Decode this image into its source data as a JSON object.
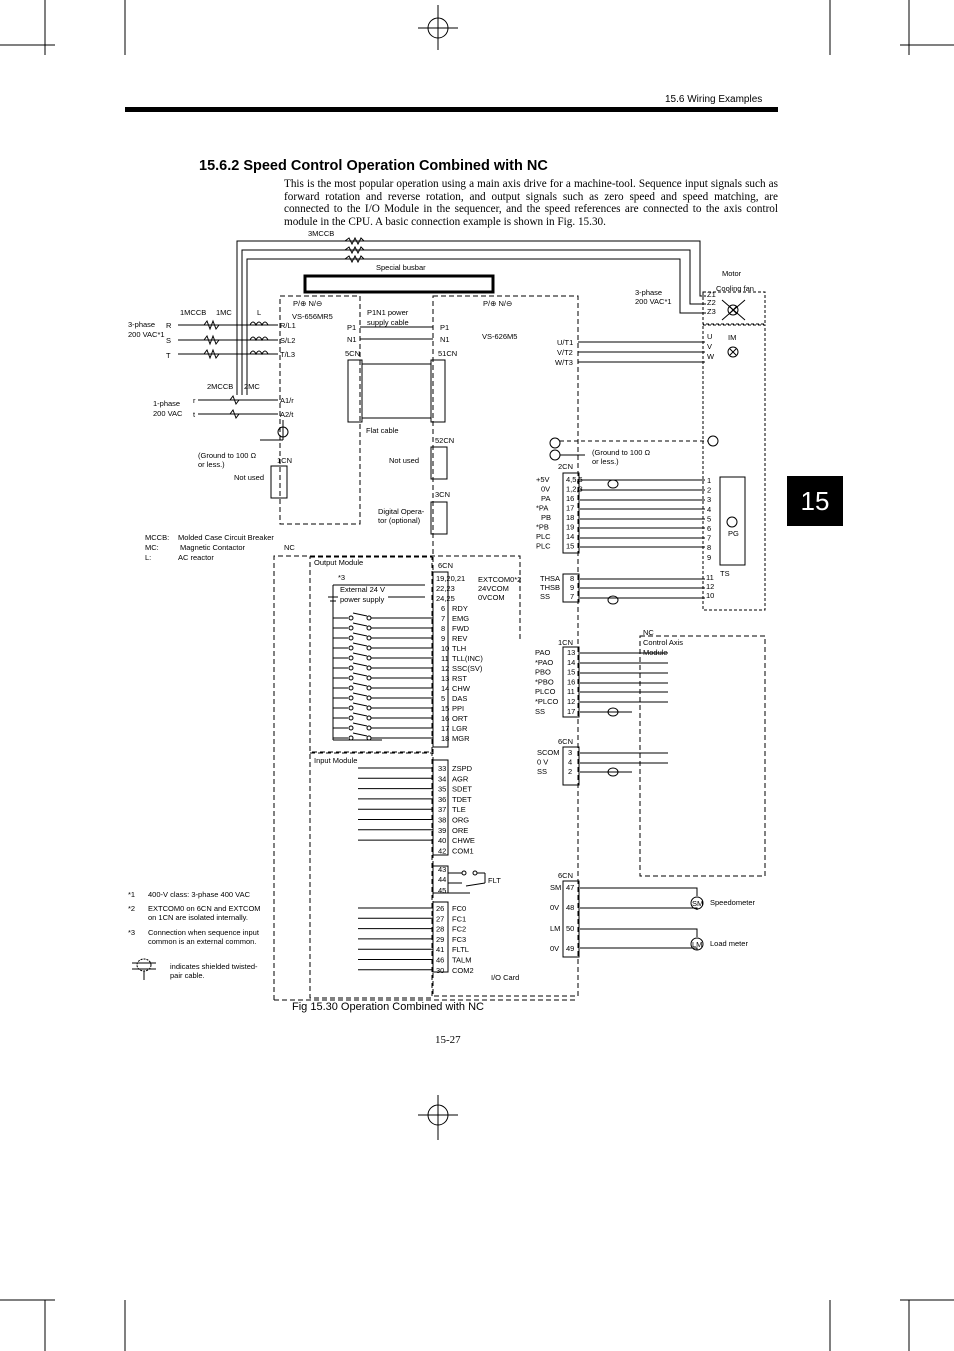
{
  "header": {
    "section_ref": "15.6 Wiring Examples"
  },
  "section": {
    "title": "15.6.2 Speed Control Operation Combined with NC",
    "intro": "This is the most popular operation using a main axis drive for a machine-tool. Sequence input signals such as forward rotation and reverse rotation, and output signals such as zero speed and speed matching, are connected to the I/O Module in the sequencer, and the speed references are connected to the axis control module in the CPU. A basic connection example is shown in Fig. 15.30."
  },
  "chapter_tab": "15",
  "figure": {
    "caption": "Fig 15.30   Operation Combined with NC",
    "labels": {
      "mccb3": "3MCCB",
      "special_busbar": "Special busbar",
      "motor": "Motor",
      "cooling_fan": "Cooling fan",
      "three_phase_right": "3-phase",
      "vac_right": "200 VAC*1",
      "mccb1": "1MCCB",
      "mc1": "1MC",
      "reactor_l": "L",
      "three_phase_left": "3-phase",
      "vac_left": "200 VAC*1",
      "vs656": "VS-656MR5",
      "vs626": "VS-626M5",
      "p1n1": "P1N1 power",
      "p1n1b": "supply cable",
      "mccb2": "2MCCB",
      "mc2": "2MC",
      "one_phase": "1-phase",
      "vac_one": "200 VAC",
      "ground_left": "(Ground to 100 Ω",
      "ground_left2": "or less.)",
      "ground_right": "(Ground to 100 Ω",
      "ground_right2": "or less.)",
      "cn1": "1CN",
      "not_used": "Not used",
      "not_used2": "Not used",
      "flat_cable": "Flat cable",
      "cn52": "52CN",
      "cn3": "3CN",
      "digital_op": "Digital Opera-",
      "digital_op2": "tor (optional)",
      "cn5": "5CN",
      "cn51": "51CN",
      "im": "IM",
      "pg": "PG",
      "ts": "TS",
      "nc": "NC",
      "output_module": "Output Module",
      "input_module": "Input Module",
      "ext24": "External 24 V",
      "ext24b": "power supply",
      "cn6": "6CN",
      "extcom0": "EXTCOM0*2",
      "vcom24": "24VCOM",
      "vcom0": "0VCOM",
      "nc_module": "NC",
      "nc_module2": "Control Axis",
      "nc_module3": "Module",
      "io_card": "I/O Card",
      "flt": "FLT",
      "speedometer": "Speedometer",
      "load_meter": "Load meter",
      "sm": "SM",
      "lm": "LM"
    },
    "legend": [
      {
        "key": "MCCB:",
        "value": "Molded Case Circuit Breaker"
      },
      {
        "key": "MC:",
        "value": "Magnetic Contactor"
      },
      {
        "key": "L:",
        "value": "AC reactor"
      }
    ],
    "notes": [
      {
        "mark": "*1",
        "text": "400-V class: 3-phase 400 VAC"
      },
      {
        "mark": "*2",
        "text": "EXTCOM0 on 6CN and EXTCOM"
      },
      {
        "mark": "",
        "text": "on 1CN are isolated internally."
      },
      {
        "mark": "*3",
        "text": "Connection when sequence input"
      },
      {
        "mark": "",
        "text": "common is an external common."
      },
      {
        "mark": "",
        "text": "indicates shielded twisted-"
      },
      {
        "mark": "",
        "text": "pair cable."
      }
    ],
    "power_terminals": [
      "R/L1",
      "S/L2",
      "T/L3",
      "A1/r",
      "A2/t"
    ],
    "motor_terminals": [
      "U/T1",
      "V/T2",
      "W/T3"
    ],
    "cn6_inputs": [
      {
        "pin": "6",
        "sig": "RDY"
      },
      {
        "pin": "7",
        "sig": "EMG"
      },
      {
        "pin": "8",
        "sig": "FWD"
      },
      {
        "pin": "9",
        "sig": "REV"
      },
      {
        "pin": "10",
        "sig": "TLH"
      },
      {
        "pin": "11",
        "sig": "TLL(INC)"
      },
      {
        "pin": "12",
        "sig": "SSC(SV)"
      },
      {
        "pin": "13",
        "sig": "RST"
      },
      {
        "pin": "14",
        "sig": "CHW"
      },
      {
        "pin": "5",
        "sig": "DAS"
      },
      {
        "pin": "15",
        "sig": "PPI"
      },
      {
        "pin": "16",
        "sig": "ORT"
      },
      {
        "pin": "17",
        "sig": "LGR"
      },
      {
        "pin": "18",
        "sig": "MGR"
      }
    ],
    "cn6_outputs": [
      {
        "pin": "33",
        "sig": "ZSPD"
      },
      {
        "pin": "34",
        "sig": "AGR"
      },
      {
        "pin": "35",
        "sig": "SDET"
      },
      {
        "pin": "36",
        "sig": "TDET"
      },
      {
        "pin": "37",
        "sig": "TLE"
      },
      {
        "pin": "38",
        "sig": "ORG"
      },
      {
        "pin": "39",
        "sig": "ORE"
      },
      {
        "pin": "40",
        "sig": "CHWE"
      },
      {
        "pin": "42",
        "sig": "COM1"
      }
    ],
    "cn6_fc": [
      {
        "pin": "26",
        "sig": "FC0"
      },
      {
        "pin": "27",
        "sig": "FC1"
      },
      {
        "pin": "28",
        "sig": "FC2"
      },
      {
        "pin": "29",
        "sig": "FC3"
      },
      {
        "pin": "41",
        "sig": "FLTL"
      },
      {
        "pin": "46",
        "sig": "TALM"
      },
      {
        "pin": "30",
        "sig": "COM2"
      }
    ],
    "cn2": [
      {
        "sig": "+5V",
        "pin": "4,5,6"
      },
      {
        "sig": "0V",
        "pin": "1,2,3"
      },
      {
        "sig": "PA",
        "pin": "16"
      },
      {
        "sig": "*PA",
        "pin": "17"
      },
      {
        "sig": "PB",
        "pin": "18"
      },
      {
        "sig": "*PB",
        "pin": "19"
      },
      {
        "sig": "PLC",
        "pin": "14"
      },
      {
        "sig": "PLC",
        "pin": "15"
      }
    ],
    "cn2_b": [
      {
        "sig": "THSA",
        "pin": "8"
      },
      {
        "sig": "THSB",
        "pin": "9"
      },
      {
        "sig": "SS",
        "pin": "7"
      }
    ],
    "cn1_sig": [
      {
        "sig": "PAO",
        "pin": "13"
      },
      {
        "sig": "*PAO",
        "pin": "14"
      },
      {
        "sig": "PBO",
        "pin": "15"
      },
      {
        "sig": "*PBO",
        "pin": "16"
      },
      {
        "sig": "PLCO",
        "pin": "11"
      },
      {
        "sig": "*PLCO",
        "pin": "12"
      },
      {
        "sig": "SS",
        "pin": "17"
      }
    ],
    "cn6_b": [
      {
        "sig": "SCOM",
        "pin": "3"
      },
      {
        "sig": "0 V",
        "pin": "4"
      },
      {
        "sig": "SS",
        "pin": "2"
      }
    ],
    "cn6_c": [
      {
        "sig": "SM",
        "pin": "47"
      },
      {
        "sig": "0V",
        "pin": "48"
      },
      {
        "sig": "LM",
        "pin": "50"
      },
      {
        "sig": "0V",
        "pin": "49"
      }
    ],
    "pg_pins": [
      "1",
      "2",
      "3",
      "4",
      "5",
      "6",
      "7",
      "8",
      "9"
    ],
    "ts_pins": [
      "11",
      "12",
      "10"
    ],
    "fan_terminals": [
      "Z1",
      "Z2",
      "Z3"
    ],
    "im_terminals": [
      "U",
      "V",
      "W"
    ]
  }
}
